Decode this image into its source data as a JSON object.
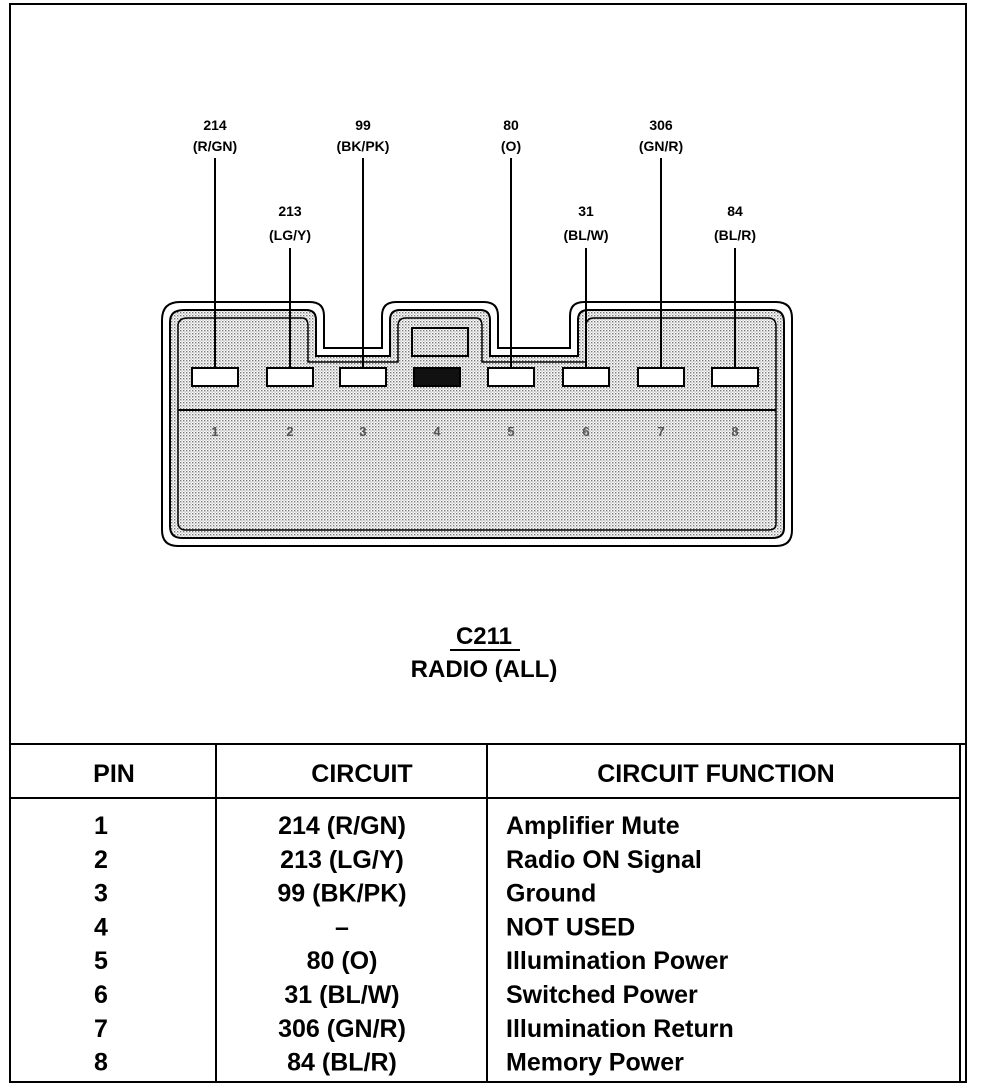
{
  "connector": {
    "id": "C211",
    "name": "RADIO (ALL)",
    "wires": [
      {
        "circuit": "214",
        "color": "(R/GN)"
      },
      {
        "circuit": "213",
        "color": "(LG/Y)"
      },
      {
        "circuit": "99",
        "color": "(BK/PK)"
      },
      {
        "circuit": "",
        "color": ""
      },
      {
        "circuit": "80",
        "color": "(O)"
      },
      {
        "circuit": "31",
        "color": "(BL/W)"
      },
      {
        "circuit": "306",
        "color": "(GN/R)"
      },
      {
        "circuit": "84",
        "color": "(BL/R)"
      }
    ],
    "pin_numbers": [
      "1",
      "2",
      "3",
      "4",
      "5",
      "6",
      "7",
      "8"
    ]
  },
  "table": {
    "headers": {
      "pin": "PIN",
      "circuit": "CIRCUIT",
      "function": "CIRCUIT FUNCTION"
    },
    "rows": [
      {
        "pin": "1",
        "circuit": "214 (R/GN)",
        "function": "Amplifier Mute"
      },
      {
        "pin": "2",
        "circuit": "213 (LG/Y)",
        "function": "Radio ON Signal"
      },
      {
        "pin": "3",
        "circuit": "99 (BK/PK)",
        "function": "Ground"
      },
      {
        "pin": "4",
        "circuit": "–",
        "function": "NOT USED"
      },
      {
        "pin": "5",
        "circuit": "80 (O)",
        "function": "Illumination Power"
      },
      {
        "pin": "6",
        "circuit": "31 (BL/W)",
        "function": "Switched Power"
      },
      {
        "pin": "7",
        "circuit": "306 (GN/R)",
        "function": "Illumination Return"
      },
      {
        "pin": "8",
        "circuit": "84 (BL/R)",
        "function": "Memory Power"
      }
    ]
  }
}
